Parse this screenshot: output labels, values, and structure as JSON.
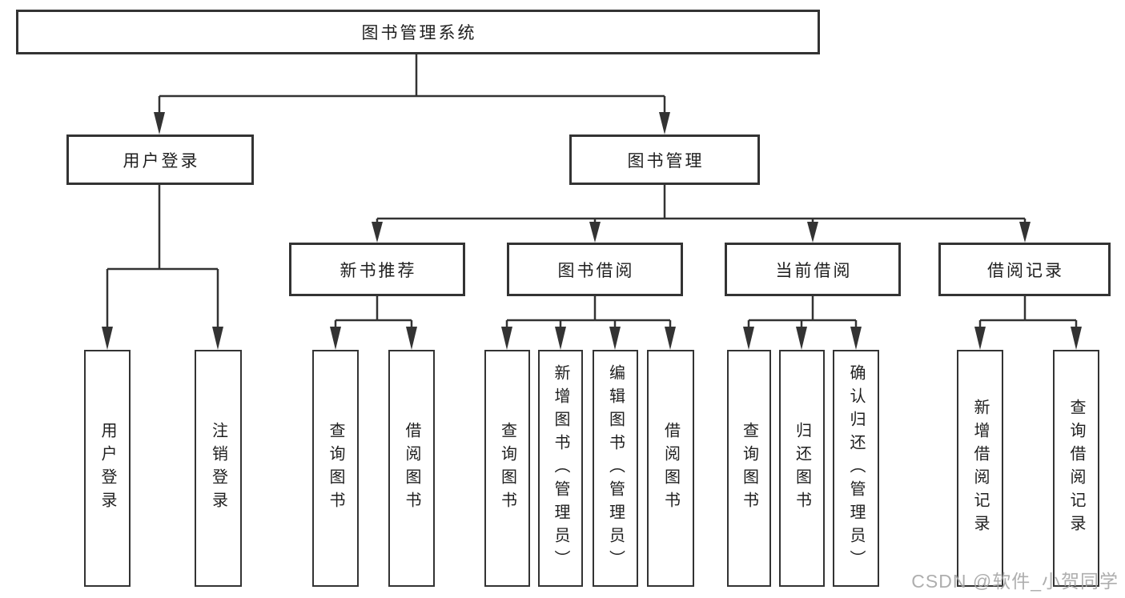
{
  "colors": {
    "line": "#333333",
    "box_border": "#333333",
    "text": "#1f1f1f",
    "background": "#ffffff",
    "watermark": "#a5a5a5"
  },
  "watermark": {
    "text": "CSDN @软件_小贺同学"
  },
  "tree": {
    "root": "图书管理系统",
    "branches": [
      {
        "label": "用户登录",
        "children": [
          "用户登录",
          "注销登录"
        ]
      },
      {
        "label": "图书管理",
        "groups": [
          {
            "label": "新书推荐",
            "children": [
              "查询图书",
              "借阅图书"
            ]
          },
          {
            "label": "图书借阅",
            "children": [
              "查询图书",
              "新增图书（管理员）",
              "编辑图书（管理员）",
              "借阅图书"
            ]
          },
          {
            "label": "当前借阅",
            "children": [
              "查询图书",
              "归还图书",
              "确认归还（管理员）"
            ]
          },
          {
            "label": "借阅记录",
            "children": [
              "新增借阅记录",
              "查询借阅记录"
            ]
          }
        ]
      }
    ]
  }
}
